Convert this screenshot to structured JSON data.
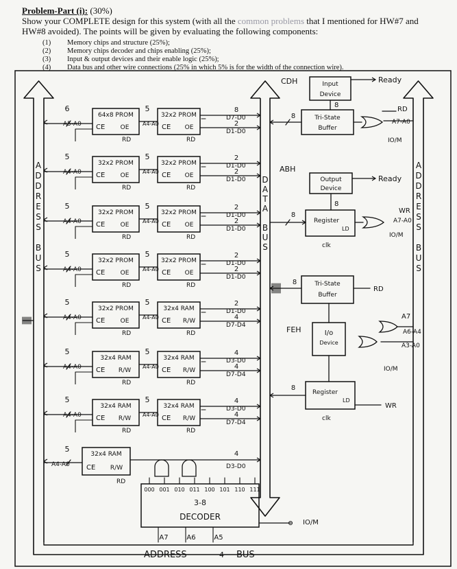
{
  "header": {
    "title": "Problem-Part (i):",
    "points": "(30%)",
    "line1_a": "Show your COMPLETE design for this system (with all the",
    "line1_dim": "common problems",
    "line1_b": "that I mentioned for HW#7 and",
    "line2": "HW#8 avoided). The points will be given by evaluating the following components:"
  },
  "criteria": [
    {
      "num": "(1)",
      "text": "Memory chips and structure (25%);"
    },
    {
      "num": "(2)",
      "text": "Memory chips decoder and chips enabling (25%);"
    },
    {
      "num": "(3)",
      "text": "Input & output devices and their enable logic (25%);"
    },
    {
      "num": "(4)",
      "text": "Data bus and other wire connections (25% in which 5% is for the width of the connection wire)."
    }
  ],
  "buses": {
    "left_address": [
      "A",
      "D",
      "D",
      "R",
      "E",
      "S",
      "S",
      "",
      "B",
      "U",
      "S"
    ],
    "right_address": [
      "A",
      "D",
      "D",
      "R",
      "E",
      "S",
      "S",
      "",
      "B",
      "U",
      "S"
    ],
    "data": [
      "D",
      "A",
      "T",
      "A",
      "",
      "B",
      "U",
      "S"
    ],
    "bottom": "ADDRESS",
    "bottom_num": "4",
    "bottom_bus": "BUS"
  },
  "memory": {
    "rows": [
      {
        "left": "64x8 PROM",
        "left_addr": "A5-A0",
        "left_w": "6",
        "right": "32x2 PROM",
        "right_addr": "A4-A0",
        "right_w": "5",
        "d_top": "D7-D0",
        "d_bot": "D1-D0",
        "w_top": "8",
        "w_bot": "2"
      },
      {
        "left": "32x2 PROM",
        "left_addr": "A4-A0",
        "left_w": "5",
        "right": "32x2 PROM",
        "right_addr": "A4-A0",
        "right_w": "5",
        "d_top": "D1-D0",
        "d_bot": "D1-D0",
        "w_top": "2",
        "w_bot": "2"
      },
      {
        "left": "32x2 PROM",
        "left_addr": "A4-A0",
        "left_w": "5",
        "right": "32x2 PROM",
        "right_addr": "A4-A0",
        "right_w": "5",
        "d_top": "D1-D0",
        "d_bot": "D1-D0",
        "w_top": "2",
        "w_bot": "2"
      },
      {
        "left": "32x2 PROM",
        "left_addr": "A4-A0",
        "left_w": "5",
        "right": "32x2 PROM",
        "right_addr": "A4-A0",
        "right_w": "5",
        "d_top": "D1-D0",
        "d_bot": "D1-D0",
        "w_top": "2",
        "w_bot": "2"
      },
      {
        "left": "32x2 PROM",
        "left_addr": "A4-A0",
        "left_w": "5",
        "right": "32x4 RAM",
        "right_addr": "A4-A0",
        "right_w": "5",
        "d_top": "D1-D0",
        "d_bot": "D7-D4",
        "w_top": "2",
        "w_bot": "4"
      },
      {
        "left": "32x4 RAM",
        "left_addr": "A4-A0",
        "left_w": "5",
        "right": "32x4 RAM",
        "right_addr": "A4-A0",
        "right_w": "5",
        "d_top": "D3-D0",
        "d_bot": "D7-D4",
        "w_top": "4",
        "w_bot": "4"
      },
      {
        "left": "32x4 RAM",
        "left_addr": "A4-A0",
        "left_w": "5",
        "right": "32x4 RAM",
        "right_addr": "A4-A0",
        "right_w": "5",
        "d_top": "D3-D0",
        "d_bot": "D7-D4",
        "w_top": "4",
        "w_bot": "4"
      }
    ],
    "last": {
      "label": "32x4 RAM",
      "addr": "A4-A0",
      "w": "5",
      "d": "D3-D0",
      "wd": "4"
    },
    "ce": "CE",
    "oe": "OE",
    "rw": "R/W",
    "rd": "RD"
  },
  "decoder": {
    "outputs": [
      "000",
      "001",
      "010",
      "011",
      "100",
      "101",
      "110",
      "111"
    ],
    "name": "3-8",
    "label": "DECODER",
    "inputs": [
      "A7",
      "A6",
      "A5"
    ],
    "io_m": "IO/M"
  },
  "io": {
    "cdh": "CDH",
    "abh": "ABH",
    "feh": "FEH",
    "input_device": [
      "Input",
      "Device"
    ],
    "output_device": [
      "Output",
      "Device"
    ],
    "io_device": [
      "I/o",
      "Device"
    ],
    "tristate": [
      "Tri-State",
      "Buffer"
    ],
    "register": "Register",
    "ld": "LD",
    "clk": "clk",
    "ready": "Ready",
    "rd": "RD",
    "wr": "WR",
    "a7_a0": "A7-A0",
    "a7": "A7",
    "a6_a4": "A6-A4",
    "a3_a0": "A3-A0",
    "io_m": "IO/M",
    "eight": "8"
  },
  "colors": {
    "ink": "#111111",
    "paper": "#f6f6f3",
    "faint": "#9a9aa6"
  }
}
